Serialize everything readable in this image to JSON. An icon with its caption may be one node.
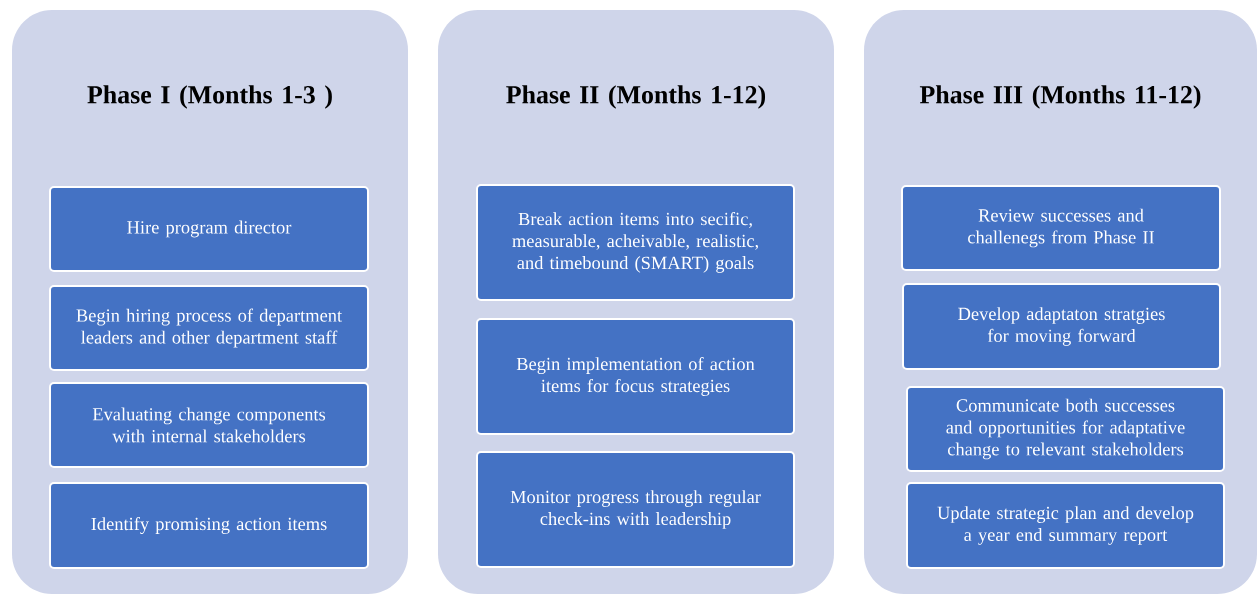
{
  "diagram": {
    "nodes": [
      {
        "text": [
          "Phase I (Months 1-3 )"
        ]
      },
      {
        "text": [
          "Hire program director"
        ],
        "in": 0
      },
      {
        "text": [
          "Begin hiring process of department leaders and other department staff"
        ],
        "in": 0
      },
      {
        "text": [
          "Evaluating change components with internal stakeholders"
        ],
        "in": 0
      },
      {
        "text": [
          "Identify promising action items"
        ],
        "in": 0
      },
      {
        "text": [
          "Phase II (Months 1-12)"
        ]
      },
      {
        "text": [
          "Break action items into secific, measurable, acheivable, realistic, and timebound (SMART) goals"
        ],
        "in": 5
      },
      {
        "text": [
          "Begin implementation of action items for focus strategies"
        ],
        "in": 5
      },
      {
        "text": [
          "Monitor progress through regular check-ins with leadership"
        ],
        "in": 5
      },
      {
        "text": [
          "Phase III (Months 11-12)"
        ]
      },
      {
        "text": [
          "Review successes and challenegs from Phase II"
        ],
        "in": 9
      },
      {
        "text": [
          "Develop adaptaton stratgies for moving forward"
        ],
        "in": 9
      },
      {
        "text": [
          "Communicate both successes and opportunities for adaptative change to relevant stakeholders"
        ],
        "in": 9
      },
      {
        "text": [
          "Update strategic plan and develop a year end summary report"
        ],
        "in": 9
      }
    ],
    "edges": []
  }
}
